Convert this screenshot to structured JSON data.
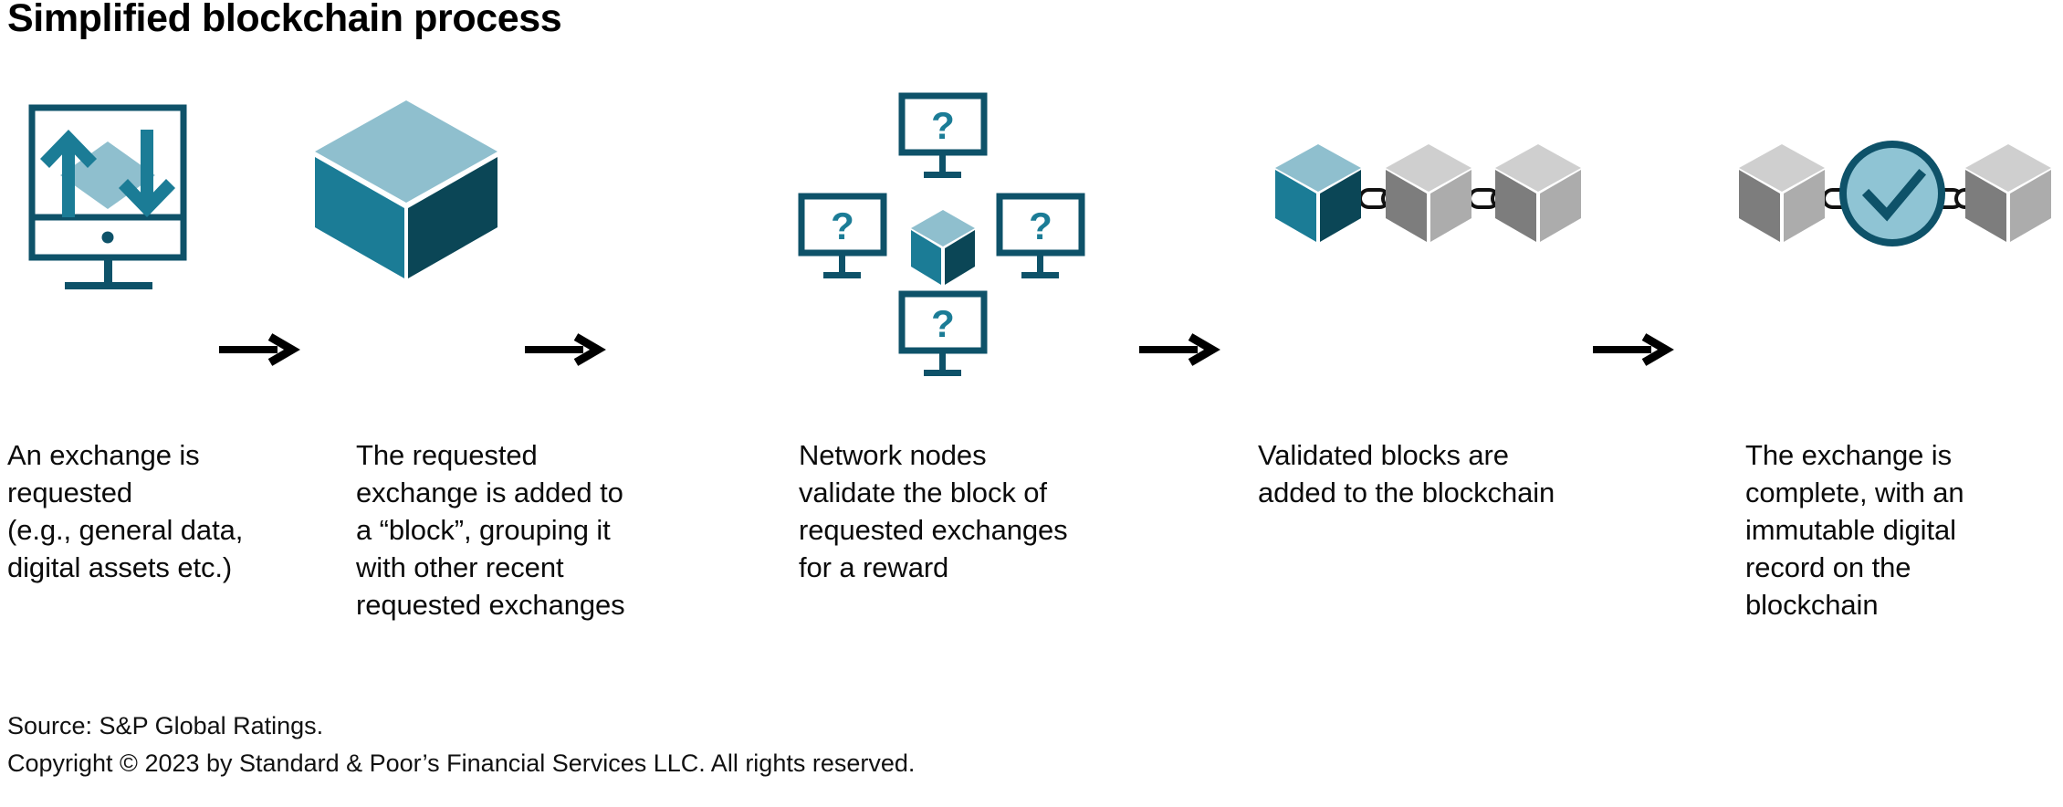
{
  "title": "Simplified blockchain process",
  "colors": {
    "dark_teal": "#0E5269",
    "mid_teal": "#1B7C96",
    "light_blue": "#8FBFCE",
    "circle_fill": "#8FC4D4",
    "gray_light": "#C9C9C9",
    "gray_mid": "#A9A9A9",
    "gray_dark": "#7D7D7D",
    "arrow": "#000000",
    "text": "#000000"
  },
  "steps": [
    {
      "index": 1,
      "icon": "monitor-exchange-icon",
      "caption": "An exchange is requested (e.g., general data, digital assets etc.)",
      "caption_lines": [
        "An exchange is",
        "requested",
        "(e.g., general data,",
        "digital assets etc.)"
      ]
    },
    {
      "index": 2,
      "icon": "block-cube-icon",
      "caption": "The requested exchange is added to a “block”, grouping it with other recent requested exchanges",
      "caption_lines": [
        "The requested",
        "exchange is added to",
        "a “block”, grouping it",
        "with other recent",
        "requested exchanges"
      ]
    },
    {
      "index": 3,
      "icon": "network-nodes-icon",
      "caption": "Network nodes validate the block of requested exchanges for a reward",
      "caption_lines": [
        "Network nodes",
        "validate the block of",
        "requested exchanges",
        "for a reward"
      ],
      "node_label": "?"
    },
    {
      "index": 4,
      "icon": "blockchain-link-icon",
      "caption": "Validated blocks are added to the blockchain",
      "caption_lines": [
        "Validated blocks are",
        "added to the blockchain"
      ]
    },
    {
      "index": 5,
      "icon": "verified-block-icon",
      "caption": "The exchange is complete, with an immutable digital record on the blockchain",
      "caption_lines": [
        "The exchange is",
        "complete, with an",
        "immutable digital",
        "record on the",
        "blockchain"
      ]
    }
  ],
  "arrows": [
    "arrow-right-1",
    "arrow-right-2",
    "arrow-right-3",
    "arrow-right-4"
  ],
  "footer": {
    "source": "Source: S&P Global Ratings.",
    "copyright": "Copyright © 2023 by Standard & Poor’s Financial Services LLC. All rights reserved."
  }
}
